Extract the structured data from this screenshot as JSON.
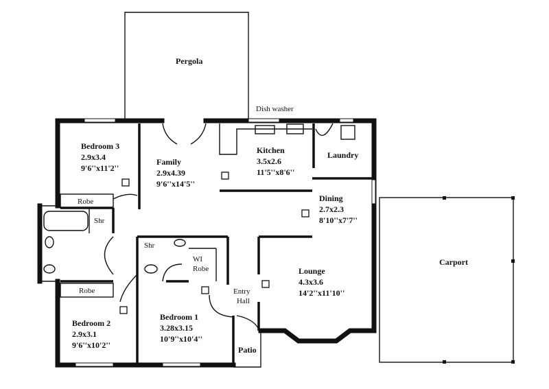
{
  "plan": {
    "pergola": "Pergola",
    "dish_washer": "Dish washer",
    "carport": "Carport",
    "patio": "Patio",
    "laundry": "Laundry",
    "entry_hall": [
      "Entry",
      "Hall"
    ],
    "wi_robe": [
      "WI",
      "Robe"
    ],
    "robe_bed3": "Robe",
    "robe_bed2": "Robe",
    "shr_main": "Shr",
    "shr_ensuite": "Shr",
    "rooms": {
      "bedroom3": {
        "name": "Bedroom 3",
        "metric": "2.9x3.4",
        "imperial": "9'6''x11'2''"
      },
      "family": {
        "name": "Family",
        "metric": "2.9x4.39",
        "imperial": "9'6''x14'5''"
      },
      "kitchen": {
        "name": "Kitchen",
        "metric": "3.5x2.6",
        "imperial": "11'5''x8'6''"
      },
      "dining": {
        "name": "Dining",
        "metric": "2.7x2.3",
        "imperial": "8'10''x7'7''"
      },
      "lounge": {
        "name": "Lounge",
        "metric": "4.3x3.6",
        "imperial": "14'2''x11'10''"
      },
      "bedroom2": {
        "name": "Bedroom 2",
        "metric": "2.9x3.1",
        "imperial": "9'6''x10'2''"
      },
      "bedroom1": {
        "name": "Bedroom 1",
        "metric": "3.28x3.15",
        "imperial": "10'9''x10'4''"
      }
    }
  }
}
